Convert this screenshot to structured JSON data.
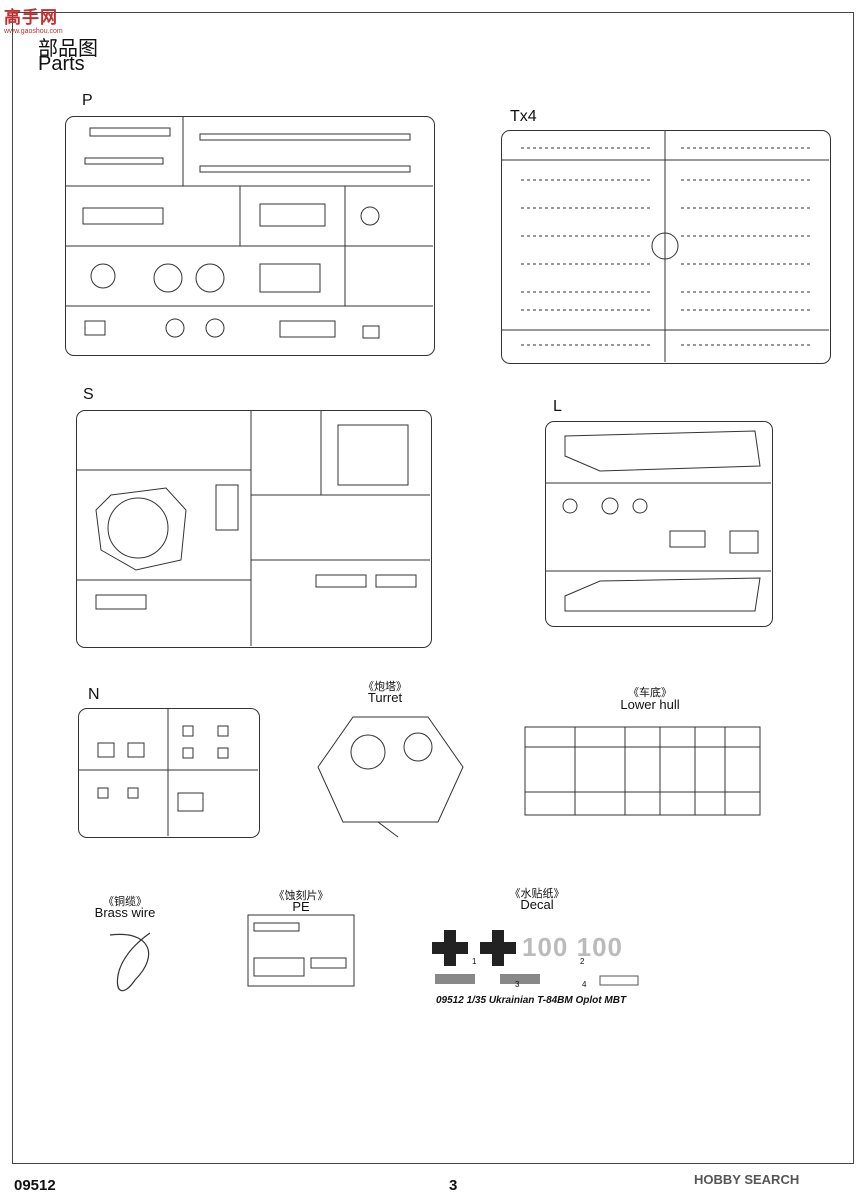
{
  "logo": {
    "text": "高手网",
    "url": "www.gaoshou.com"
  },
  "header": {
    "title_cn": "部品图",
    "title_en": "Parts"
  },
  "sprues": {
    "P": "P",
    "T": "Tx4",
    "S": "S",
    "L": "L",
    "N": "N"
  },
  "assemblies": {
    "turret_cn": "《炮塔》",
    "turret_en": "Turret",
    "lower_hull_cn": "《车底》",
    "lower_hull_en": "Lower hull",
    "brass_wire_cn": "《铜缆》",
    "brass_wire_en": "Brass wire",
    "pe_cn": "《蚀刻片》",
    "pe_en": "PE",
    "decal_cn": "《水贴纸》",
    "decal_en": "Decal"
  },
  "decal": {
    "num1": "1",
    "num2": "2",
    "num3": "3",
    "num4": "4",
    "numbers": "100 100",
    "kit_name": "09512 1/35 Ukrainian T-84BM Oplot MBT"
  },
  "footer": {
    "code": "09512",
    "page": "3",
    "watermark": "HOBBY SEARCH"
  }
}
